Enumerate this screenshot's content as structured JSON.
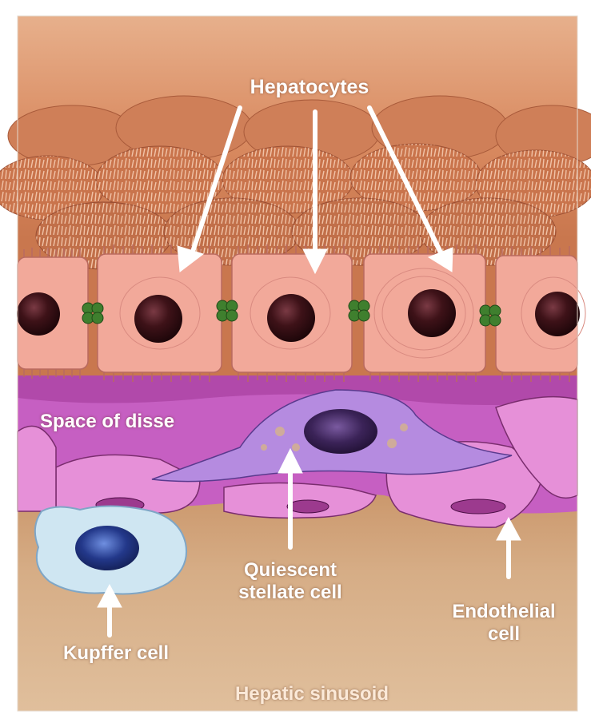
{
  "labels": {
    "hepatocytes": "Hepatocytes",
    "space_of_disse": "Space of disse",
    "quiescent_stellate_cell": "Quiescent\nstellate cell",
    "endothelial_cell": "Endothelial\ncell",
    "kupffer_cell": "Kupffer cell",
    "hepatic_sinusoid": "Hepatic sinusoid"
  },
  "colors": {
    "hepatocyte_layer": "#d9956a",
    "hepatocyte_cell": "#f2a99a",
    "nucleus": "#3a1016",
    "bile_canaliculus": "#3f7f2e",
    "space_of_disse": "#c866c8",
    "stellate_cell": "#b58be0",
    "endothelial_cell": "#e690d8",
    "kupffer_cell": "#cfe6f2",
    "kupffer_nucleus": "#2a3f8c",
    "sinusoid": "#d7b08a",
    "label_text": "#ffffff",
    "arrow": "#ffffff"
  }
}
